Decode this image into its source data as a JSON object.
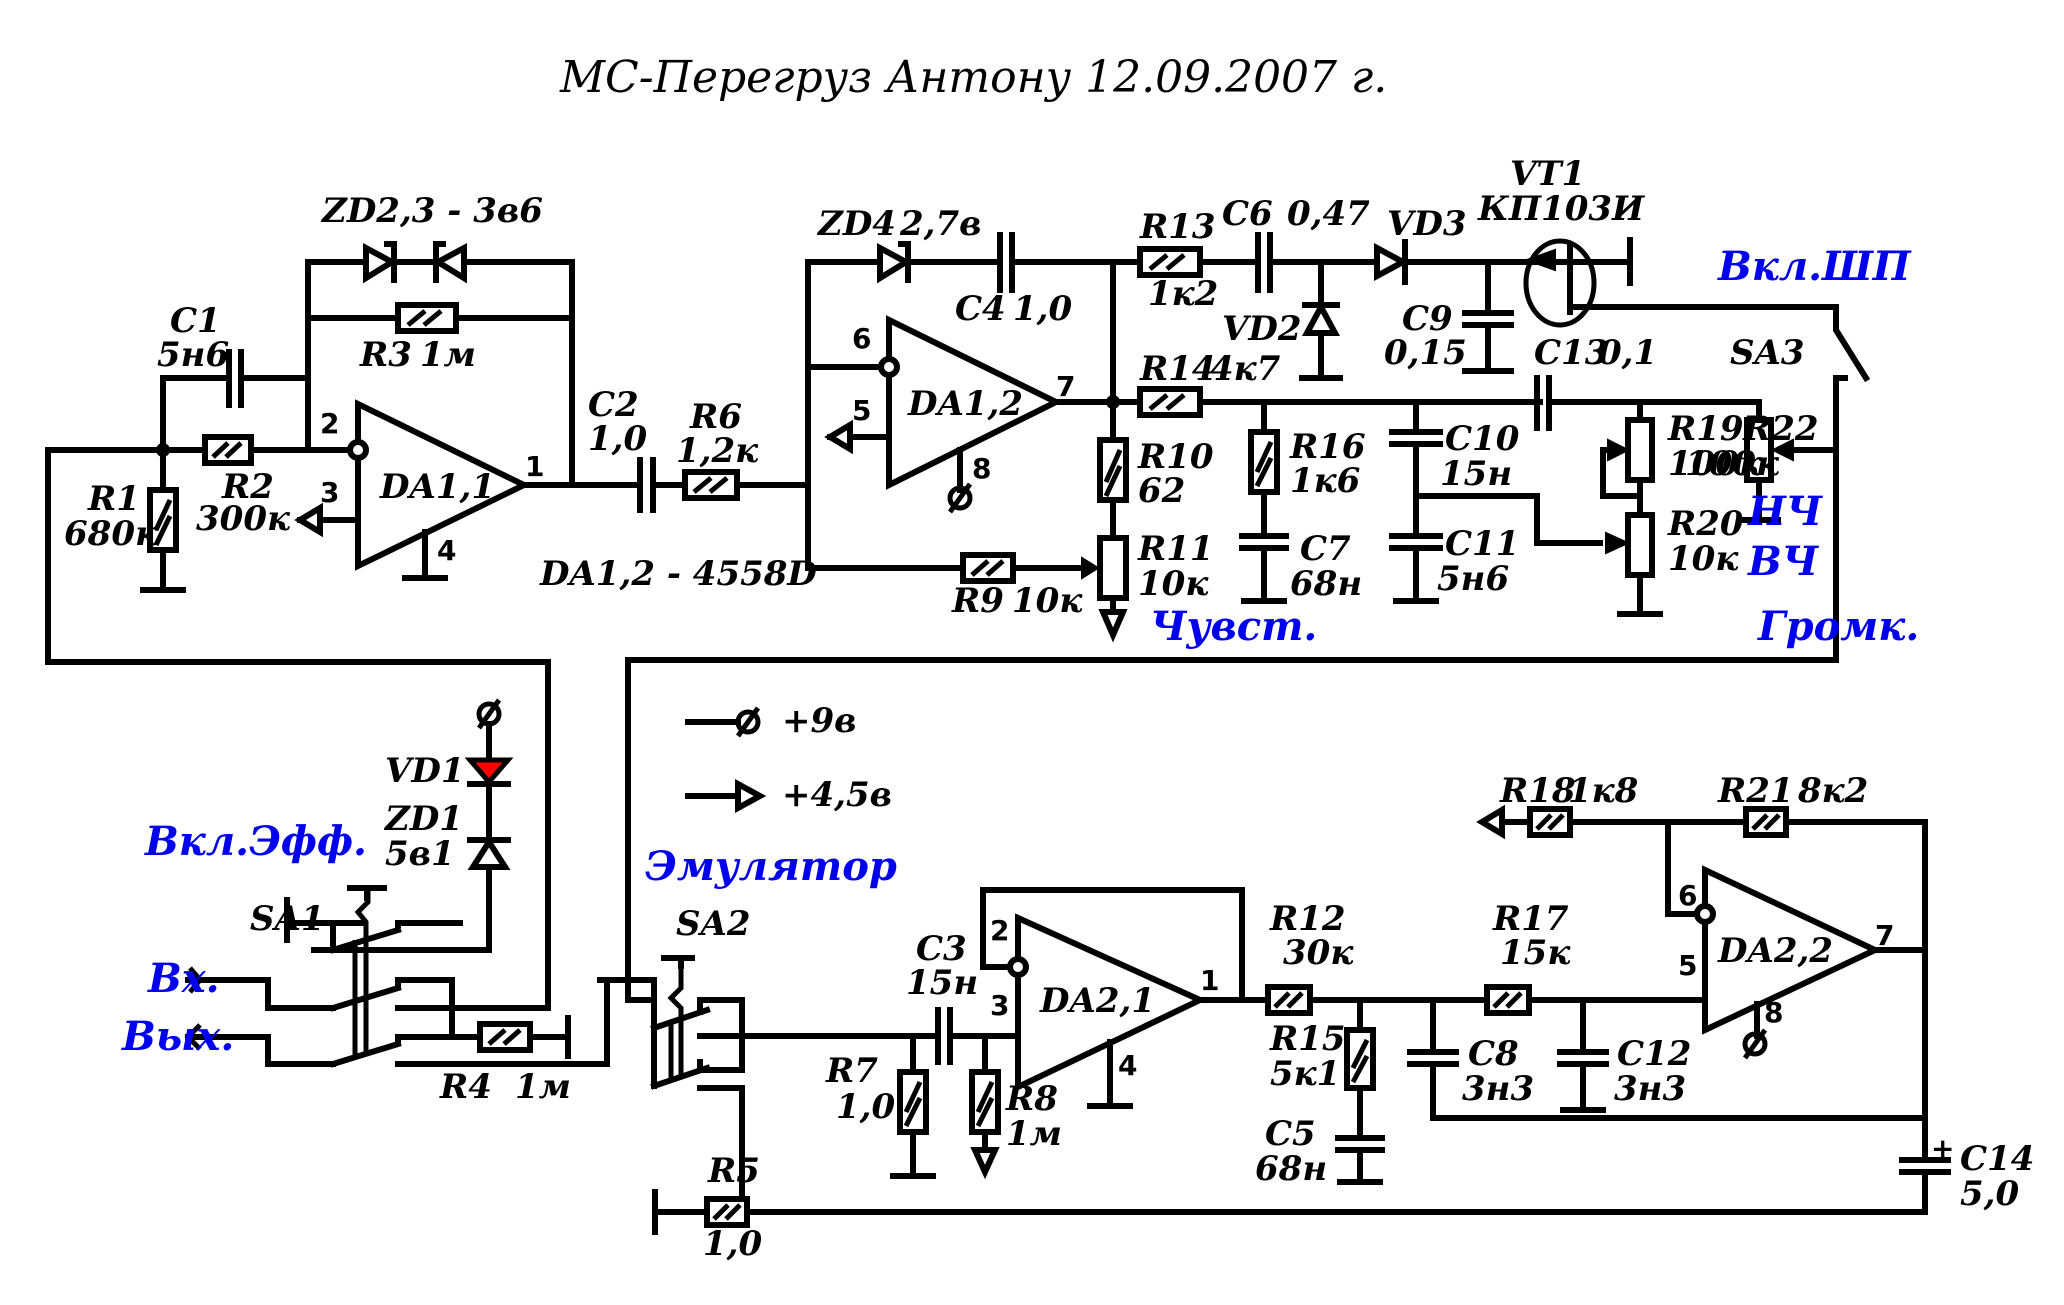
{
  "title": "МС-Перегруз Антону 12.09.2007 г.",
  "colors": {
    "wire": "#000000",
    "control_label": "#0000ee",
    "led": "#ff0000"
  },
  "chips": {
    "DA1_1": {
      "name": "DA1,1",
      "pins": {
        "inv": "2",
        "noninv": "3",
        "out": "1",
        "gnd": "4"
      }
    },
    "DA1_2": {
      "name": "DA1,2",
      "pins": {
        "inv": "6",
        "noninv": "5",
        "out": "7",
        "vcc": "8"
      }
    },
    "DA2_1": {
      "name": "DA2,1",
      "pins": {
        "inv": "2",
        "noninv": "3",
        "out": "1",
        "gnd": "4"
      }
    },
    "DA2_2": {
      "name": "DA2,2",
      "pins": {
        "inv": "6",
        "noninv": "5",
        "out": "7",
        "vcc": "8"
      }
    },
    "part_note": "DA1,2 - 4558D"
  },
  "components": {
    "R1": {
      "ref": "R1",
      "value": "680к"
    },
    "R2": {
      "ref": "R2",
      "value": "300к"
    },
    "R3": {
      "ref": "R3",
      "value": "1м"
    },
    "R4": {
      "ref": "R4",
      "value": "1м"
    },
    "R5": {
      "ref": "R5",
      "value": "1,0"
    },
    "R6": {
      "ref": "R6",
      "value": "1,2к"
    },
    "R7": {
      "ref": "R7",
      "value": "1,0"
    },
    "R8": {
      "ref": "R8",
      "value": "1м"
    },
    "R9": {
      "ref": "R9",
      "value": "10к"
    },
    "R10": {
      "ref": "R10",
      "value": "62"
    },
    "R11": {
      "ref": "R11",
      "value": "10к"
    },
    "R12": {
      "ref": "R12",
      "value": "30к"
    },
    "R13": {
      "ref": "R13",
      "value": "1к2"
    },
    "R14": {
      "ref": "R14",
      "value": "4к7"
    },
    "R15": {
      "ref": "R15",
      "value": "5к1"
    },
    "R16": {
      "ref": "R16",
      "value": "1к6"
    },
    "R17": {
      "ref": "R17",
      "value": "15к"
    },
    "R18": {
      "ref": "R18",
      "value": "1к8"
    },
    "R19": {
      "ref": "R19",
      "value": "100к"
    },
    "R20": {
      "ref": "R20",
      "value": "10к"
    },
    "R21": {
      "ref": "R21",
      "value": "8к2"
    },
    "R22": {
      "ref": "R22",
      "value": "100к"
    },
    "C1": {
      "ref": "C1",
      "value": "5н6"
    },
    "C2": {
      "ref": "C2",
      "value": "1,0"
    },
    "C3": {
      "ref": "C3",
      "value": "15н"
    },
    "C4": {
      "ref": "C4",
      "value": "1,0"
    },
    "C5": {
      "ref": "C5",
      "value": "68н"
    },
    "C6": {
      "ref": "C6",
      "value": "0,47"
    },
    "C7": {
      "ref": "C7",
      "value": "68н"
    },
    "C8": {
      "ref": "C8",
      "value": "3н3"
    },
    "C9": {
      "ref": "C9",
      "value": "0,15"
    },
    "C10": {
      "ref": "C10",
      "value": "15н"
    },
    "C11": {
      "ref": "C11",
      "value": "5н6"
    },
    "C12": {
      "ref": "C12",
      "value": "3н3"
    },
    "C13": {
      "ref": "C13",
      "value": "0,1"
    },
    "C14": {
      "ref": "C14",
      "value": "5,0",
      "polarity": "+"
    },
    "ZD1": {
      "ref": "ZD1",
      "value": "5в1"
    },
    "ZD23": {
      "ref": "ZD2,3 - 3в6"
    },
    "ZD4": {
      "ref": "ZD4",
      "value": "2,7в"
    },
    "VD1": {
      "ref": "VD1"
    },
    "VD2": {
      "ref": "VD2"
    },
    "VD3": {
      "ref": "VD3"
    },
    "VT1": {
      "ref": "VT1",
      "value": "КП103И"
    },
    "SA1": {
      "ref": "SA1"
    },
    "SA2": {
      "ref": "SA2"
    },
    "SA3": {
      "ref": "SA3"
    }
  },
  "controls": {
    "sens": "Чувст.",
    "noise_gate": "Вкл.ШП",
    "low": "НЧ",
    "high": "ВЧ",
    "volume": "Громк.",
    "effect_on": "Вкл.Эфф.",
    "emulator": "Эмулятор",
    "input": "Вх.",
    "output": "Вых."
  },
  "legend": [
    {
      "symbol": "supply-9v-icon",
      "label": "+9в"
    },
    {
      "symbol": "half-supply-icon",
      "label": "+4,5в"
    }
  ]
}
